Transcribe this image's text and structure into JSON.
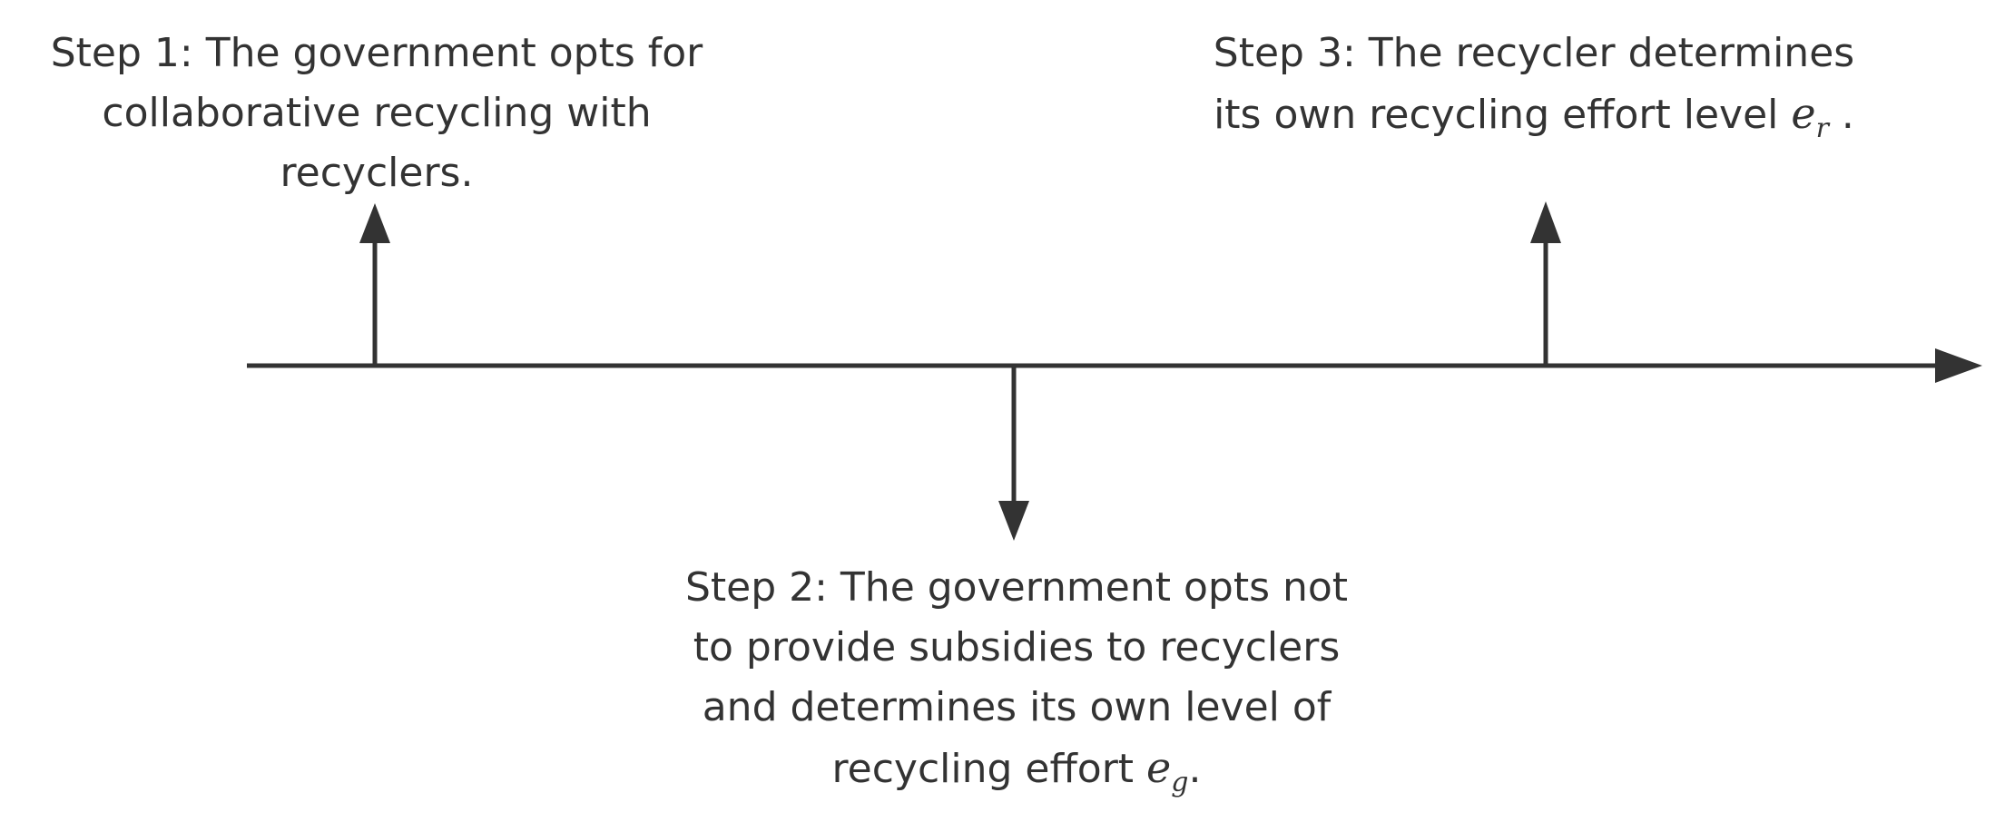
{
  "colors": {
    "stroke": "#333333",
    "text": "#333333",
    "background": "#ffffff"
  },
  "steps": {
    "step1": {
      "lines": [
        "Step 1: The government opts for",
        "collaborative recycling with",
        "recyclers."
      ]
    },
    "step2": {
      "lines": [
        "Step 2: The government opts not",
        "to provide subsidies to recyclers",
        "and determines its own level of",
        "recycling effort "
      ],
      "var_base": "e",
      "var_sub": "g",
      "var_suffix": "."
    },
    "step3": {
      "lines": [
        "Step 3: The recycler determines",
        "its own recycling effort level "
      ],
      "var_base": "e",
      "var_sub": "r",
      "var_suffix": " ."
    }
  }
}
